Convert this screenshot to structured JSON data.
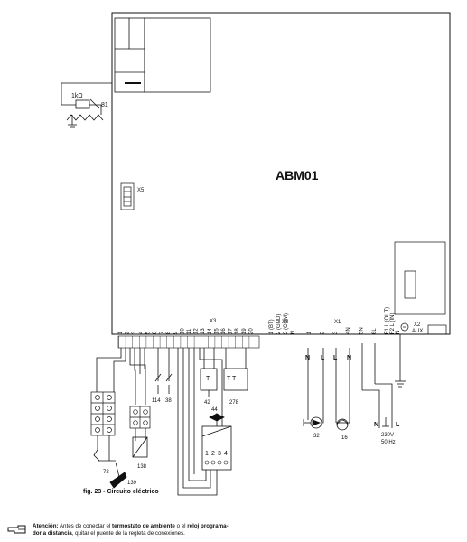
{
  "board": {
    "title": "ABM01",
    "x5": "X5",
    "x3": "X3",
    "x4": "X4",
    "x1": "X1",
    "x2": "X2",
    "aux": "AUX"
  },
  "resistor": {
    "value": "1kΩ",
    "probe": "81"
  },
  "terminals_x3": [
    "1",
    "2",
    "3",
    "4",
    "5",
    "6",
    "7",
    "8",
    "9",
    "10",
    "11",
    "12",
    "13",
    "14",
    "15",
    "16",
    "17",
    "18",
    "19",
    "20"
  ],
  "terminals_x4": [
    "1 (BT)",
    "2 (GND)",
    "3 (COM)",
    "N"
  ],
  "terminals_x1": [
    "1",
    "2",
    "3",
    "4N",
    "5N",
    "6L"
  ],
  "terminals_x2": [
    "F1 L (OUT)",
    "F2 L (IN)",
    "N"
  ],
  "mains_labels": [
    "N",
    "L",
    "L",
    "N"
  ],
  "components": {
    "c114": "114",
    "c38": "38",
    "c42": "42",
    "c278": "278",
    "c44": "44",
    "c72": "72",
    "c138": "138",
    "c139": "139",
    "c32": "32",
    "c16": "16",
    "t42": "T",
    "t278": "T T",
    "relay": [
      "1",
      "2",
      "3",
      "4"
    ]
  },
  "power": {
    "n": "N",
    "l": "L",
    "voltage": "230V",
    "freq": "50 Hz"
  },
  "caption": "fig. 23 - Circuito eléctrico",
  "note": {
    "prefix": "Atención:",
    "t1": " Antes de conectar el ",
    "b1": "termostato de ambiente",
    "t2": " o el ",
    "b2": "reloj programa-",
    "b3": "dor a distancia",
    "t3": ", quitar el puente de la regleta de conexiones."
  }
}
